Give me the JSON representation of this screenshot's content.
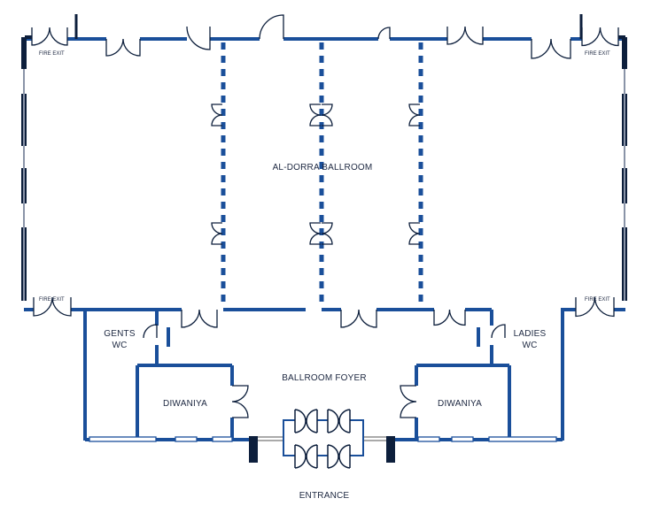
{
  "labels": {
    "ballroom": "AL-DORRA BALLROOM",
    "foyer": "BALLROOM FOYER",
    "gents_1": "GENTS",
    "gents_2": "WC",
    "ladies_1": "LADIES",
    "ladies_2": "WC",
    "diwaniya_left": "DIWANIYA",
    "diwaniya_right": "DIWANIYA",
    "entrance": "ENTRANCE",
    "fire_exit_tl": "FIRE EXIT",
    "fire_exit_tr": "FIRE EXIT",
    "fire_exit_bl": "FIRE EXIT",
    "fire_exit_br": "FIRE EXIT"
  },
  "colors": {
    "wall": "#1a4f9a",
    "dark": "#0d1f3c"
  }
}
